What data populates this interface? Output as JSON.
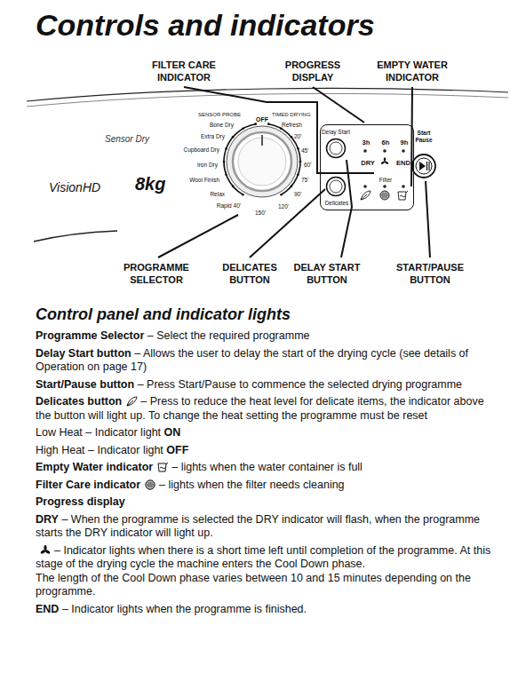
{
  "diagram": {
    "title": "Controls and indicators",
    "nodes": [
      {
        "text": [
          "Delay Start",
          "3h",
          "6h",
          "9h",
          "DRY",
          "END",
          "Filter",
          "Delicates"
        ]
      }
    ],
    "labels": [
      "FILTER CARE INDICATOR",
      "PROGRESS DISPLAY",
      "EMPTY WATER INDICATOR",
      "Sensor Dry",
      "VisionHD",
      "8kg",
      "SENSOR PROBE",
      "OFF",
      "TIMED DRYING",
      "Bone Dry",
      "Extra Dry",
      "Cupboard Dry",
      "Iron Dry",
      "Wool Finish",
      "Relax",
      "Rapid 40'",
      "Refresh",
      "20'",
      "45'",
      "60'",
      "75'",
      "90'",
      "120'",
      "150'",
      "Start Pause",
      "PROGRAMME SELECTOR",
      "DELICATES BUTTON",
      "DELAY START BUTTON",
      "START/PAUSE BUTTON",
      "Control panel and indicator lights",
      "Programme Selector",
      "– Select the required programme",
      "Delay Start button",
      "– Allows the user to delay the start of the drying cycle (see details of Operation on page 17)",
      "Start/Pause button",
      "– Press Start/Pause to commence the selected drying programme",
      "Delicates button",
      "– Press to reduce the heat level for delicate items, the indicator above the button will light up. To change the heat setting the programme must be reset",
      "Low Heat – Indicator light",
      "ON",
      "High Heat – Indicator light",
      "OFF",
      "Empty Water indicator",
      "– lights when the water container is full",
      "Filter Care indicator",
      "– lights when the filter needs cleaning",
      "Progress display",
      "DRY",
      "– When the programme is selected the DRY indicator will flash, when the programme starts the DRY indicator will light up.",
      "– Indicator lights when there is a short time left until completion of the programme. At this stage of the drying cycle the machine enters the Cool Down phase.",
      "The length of the Cool Down phase varies between 10 and 15 minutes depending on the programme.",
      "END",
      "– Indicator lights when the programme is finished."
    ]
  }
}
